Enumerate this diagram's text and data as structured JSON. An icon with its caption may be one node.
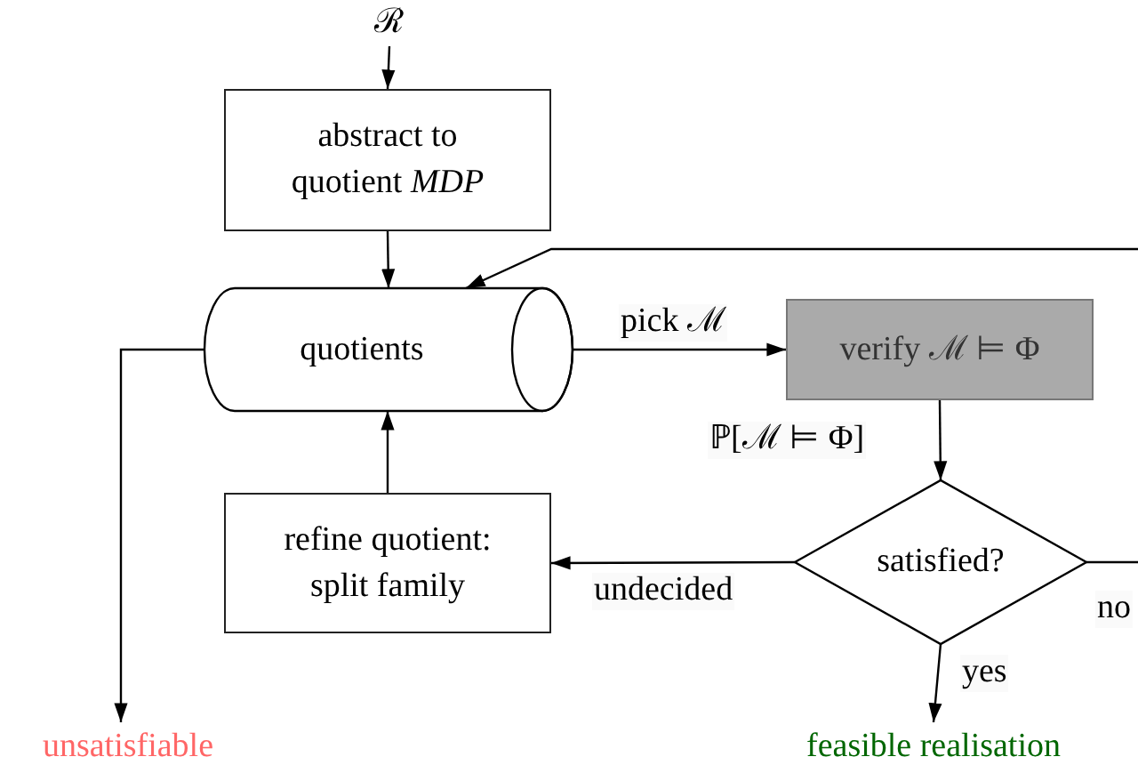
{
  "diagram": {
    "nodes": [
      {
        "text": [
          "ℛ"
        ]
      },
      {
        "text": [
          "abstract to quotient *MDP*"
        ]
      },
      {
        "text": [
          "quotients"
        ]
      },
      {
        "text": [
          "verify ℳ ⊨ Φ"
        ]
      },
      {
        "text": [
          "satisfied?"
        ]
      },
      {
        "text": [
          "refine quotient: split family"
        ]
      },
      {
        "text": [
          "unsatisfiable"
        ]
      },
      {
        "text": [
          "feasible realisation"
        ]
      }
    ],
    "edges": [
      {
        "from": 0,
        "to": 1,
        "arrow": "to"
      },
      {
        "from": 1,
        "to": 2,
        "arrow": "to"
      },
      {
        "from": 2,
        "to": 3,
        "arrow": "to",
        "label": "pick ℳ"
      },
      {
        "from": 3,
        "to": 4,
        "arrow": "to",
        "label": "ℙ[ℳ ⊨ Φ]"
      },
      {
        "from": 4,
        "to": 5,
        "arrow": "to",
        "label": "undecided"
      },
      {
        "from": 5,
        "to": 2,
        "arrow": "to"
      },
      {
        "from": 2,
        "to": 6,
        "arrow": "to"
      },
      {
        "from": 4,
        "to": 7,
        "arrow": "to",
        "label": "yes"
      },
      {
        "from": 4,
        "to": null,
        "arrow": "none",
        "label": "no"
      },
      {
        "from": null,
        "to": 2,
        "arrow": "to"
      }
    ]
  }
}
